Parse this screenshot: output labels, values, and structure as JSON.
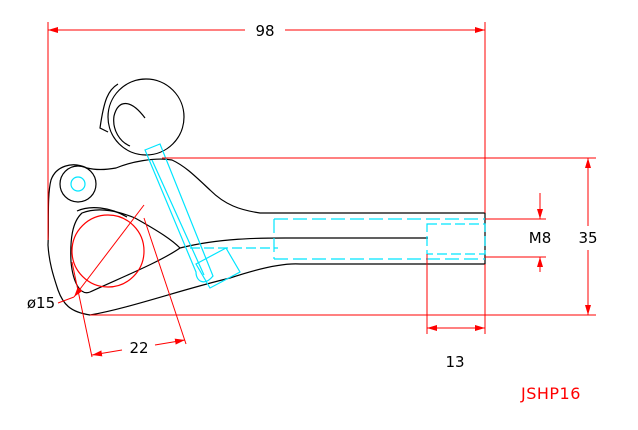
{
  "colors": {
    "background": "#ffffff",
    "outline": "#000000",
    "dimension": "#ff0000",
    "hidden": "#00e5ff",
    "label": "#000000",
    "code": "#ff0000"
  },
  "dimensions": {
    "overall_length": "98",
    "height": "35",
    "thread": "M8",
    "thread_depth": "13",
    "hole_diameter": "ø15",
    "hole_offset": "22"
  },
  "part_code": "JSHP16"
}
